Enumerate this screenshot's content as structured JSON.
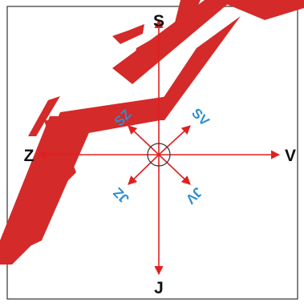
{
  "compass": {
    "north": "S",
    "south": "J",
    "east": "V",
    "west": "Z",
    "northeast": "SV",
    "northwest": "SZ",
    "southeast": "JV",
    "southwest": "JZ"
  },
  "colors": {
    "arrows": "#e02020",
    "intercardinal_text": "#2a8fd0",
    "logo": "#d42a2a",
    "frame": "#333333",
    "center_circle": "#333333"
  },
  "logo": {
    "text": "ŽÁŽ"
  }
}
